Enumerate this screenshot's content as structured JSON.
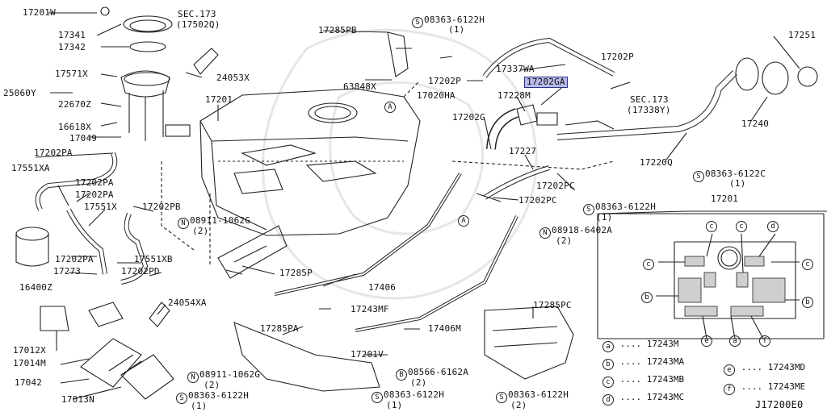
{
  "diagram": {
    "code": "J17200E0",
    "highlighted_part": "17202GA",
    "parts": {
      "p17201W": "17201W",
      "p17341": "17341",
      "p17342": "17342",
      "p17571X": "17571X",
      "p25060Y": "25060Y",
      "p22670Z": "22670Z",
      "p16618X": "16618X",
      "p17049": "17049",
      "p24053X": "24053X",
      "p17201": "17201",
      "p17201b": "17201",
      "p17285PB": "17285PB",
      "p63848X": "63848X",
      "p17202P_a": "17202P",
      "p17202P_b": "17202P",
      "p17337WA": "17337WA",
      "p17020HA": "17020HA",
      "p17202GA": "17202GA",
      "p17228M": "17228M",
      "p17202G": "17202G",
      "p17227": "17227",
      "p17202PC": "17202PC",
      "p17202PC2": "17202PC",
      "p17251": "17251",
      "p17240": "17240",
      "p17220Q": "17220Q",
      "p17202PA_a": "17202PA",
      "p17551XA": "17551XA",
      "p17202PA_b": "17202PA",
      "p17202PA_c": "17202PA",
      "p17551X": "17551X",
      "p17202PB": "17202PB",
      "p17202PA_d": "17202PA",
      "p17551XB": "17551XB",
      "p17273": "17273",
      "p17202PD": "17202PD",
      "p16400Z": "16400Z",
      "p24054XA": "24054XA",
      "p17012X": "17012X",
      "p17014M": "17014M",
      "p17042": "17042",
      "p17013N": "17013N",
      "p17285P": "17285P",
      "p17406": "17406",
      "p17243MF": "17243MF",
      "p17285PA": "17285PA",
      "p17406M": "17406M",
      "p17285PC": "17285PC",
      "p17201V": "17201V"
    },
    "sec_refs": {
      "sec173a_title": "SEC.173",
      "sec173a_code": "(17502Q)",
      "sec173b_title": "SEC.173",
      "sec173b_code": "(17338Y)"
    },
    "fasteners": {
      "f1_code": "08363-6122H",
      "f1_qty": "(1)",
      "f2_code": "08363-6122C",
      "f2_qty": "(1)",
      "f3_code": "08363-6122H",
      "f3_qty": "(1)",
      "f4_code": "08911-1062G",
      "f4_qty": "(2)",
      "f5_code": "08918-6402A",
      "f5_qty": "(2)",
      "f6_code": "08911-1062G",
      "f6_qty": "(2)",
      "f7_code": "08566-6162A",
      "f7_qty": "(2)",
      "f8_code": "08363-6122H",
      "f8_qty": "(1)",
      "f9_code": "08363-6122H",
      "f9_qty": "(1)",
      "f10_code": "08363-6122H",
      "f10_qty": "(2)"
    },
    "callouts": {
      "A": "A",
      "S": "S",
      "N": "N",
      "B": "B"
    },
    "legend": [
      {
        "key": "a",
        "part": "17243M"
      },
      {
        "key": "b",
        "part": "17243MA"
      },
      {
        "key": "c",
        "part": "17243MB"
      },
      {
        "key": "d",
        "part": "17243MC"
      },
      {
        "key": "e",
        "part": "17243MD"
      },
      {
        "key": "f",
        "part": "17243ME"
      }
    ],
    "legend_sep": "....",
    "inset_keys": [
      "c",
      "c",
      "d",
      "c",
      "c",
      "b",
      "b",
      "e",
      "a",
      "f"
    ],
    "colors": {
      "highlight": "#b8b9e8",
      "line": "#222222"
    }
  }
}
